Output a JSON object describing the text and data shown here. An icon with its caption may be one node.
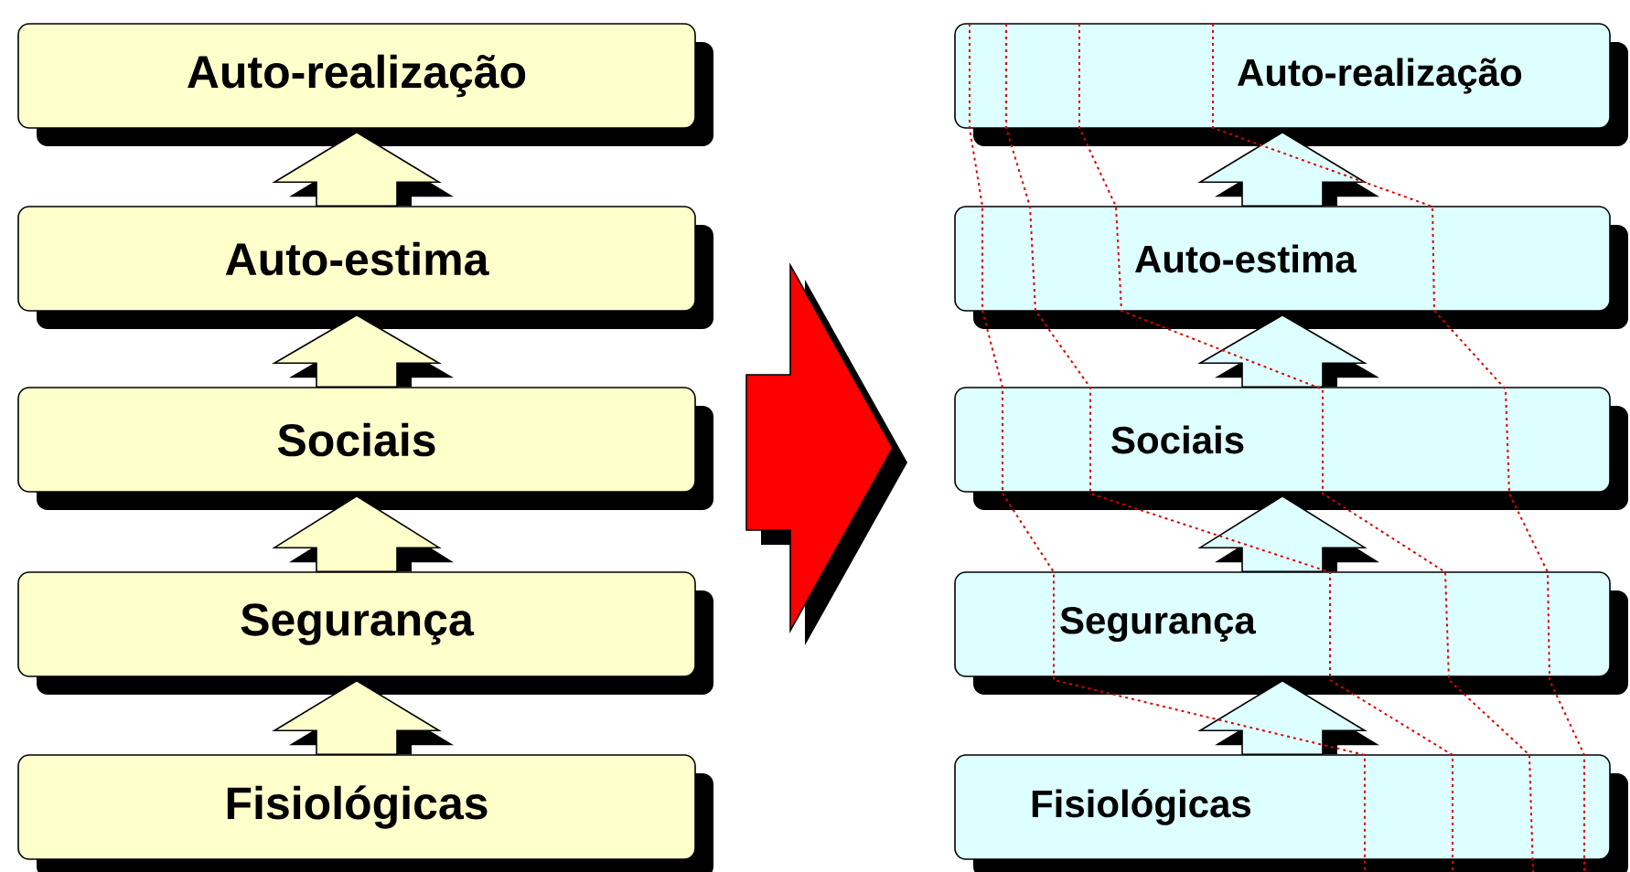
{
  "diagram": {
    "nodes": [
      {
        "text": [
          "Auto-realização"
        ]
      },
      {
        "text": [
          "Auto-estima"
        ]
      },
      {
        "text": [
          "Sociais"
        ]
      },
      {
        "text": [
          "Segurança"
        ]
      },
      {
        "text": [
          "Fisiológicas"
        ]
      },
      {
        "text": [
          "Auto-realização"
        ]
      },
      {
        "text": [
          "Auto-estima"
        ]
      },
      {
        "text": [
          "Sociais"
        ]
      },
      {
        "text": [
          "Segurança"
        ]
      },
      {
        "text": [
          "Fisiológicas"
        ]
      }
    ],
    "edges": [
      {
        "from": 1,
        "to": 0,
        "arrow": "to"
      },
      {
        "from": 2,
        "to": 1,
        "arrow": "to"
      },
      {
        "from": 3,
        "to": 2,
        "arrow": "to"
      },
      {
        "from": 4,
        "to": 3,
        "arrow": "to"
      },
      {
        "from": 6,
        "to": 5,
        "arrow": "to"
      },
      {
        "from": 7,
        "to": 6,
        "arrow": "to"
      },
      {
        "from": 8,
        "to": 7,
        "arrow": "to"
      },
      {
        "from": 9,
        "to": 8,
        "arrow": "to"
      }
    ]
  }
}
